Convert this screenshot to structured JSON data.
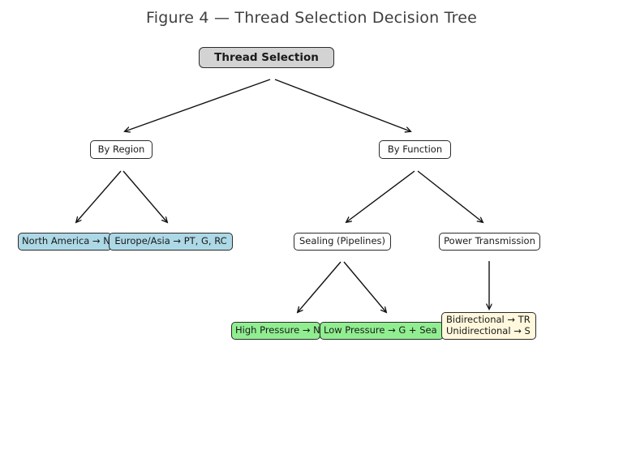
{
  "title": "Figure 4 — Thread Selection Decision Tree",
  "colors": {
    "title_text": "#3f3f3f",
    "border": "#2b2b2b",
    "arrow": "#111111",
    "node_fill": "#ffffff",
    "root_fill": "#d3d3d3",
    "region_fill": "#add8e6",
    "pressure_fill": "#90ee90",
    "direction_fill": "#fff8dc"
  },
  "nodes": {
    "root": {
      "label": "Thread Selection"
    },
    "by_region": {
      "label": "By Region"
    },
    "by_function": {
      "label": "By Function"
    },
    "north_america": {
      "label": "North America → N"
    },
    "europe_asia": {
      "label": "Europe/Asia → PT, G, RC"
    },
    "sealing": {
      "label": "Sealing (Pipelines)"
    },
    "power_transmission": {
      "label": "Power Transmission"
    },
    "high_pressure": {
      "label": "High Pressure → N"
    },
    "low_pressure": {
      "label": "Low Pressure → G + Sea"
    },
    "directionality": {
      "line1": "Bidirectional → TR",
      "line2": "Unidirectional → S"
    }
  },
  "edges": [
    {
      "from": "root",
      "to": "by_region"
    },
    {
      "from": "root",
      "to": "by_function"
    },
    {
      "from": "by_region",
      "to": "north_america"
    },
    {
      "from": "by_region",
      "to": "europe_asia"
    },
    {
      "from": "by_function",
      "to": "sealing"
    },
    {
      "from": "by_function",
      "to": "power_transmission"
    },
    {
      "from": "sealing",
      "to": "high_pressure"
    },
    {
      "from": "sealing",
      "to": "low_pressure"
    },
    {
      "from": "power_transmission",
      "to": "directionality"
    }
  ]
}
